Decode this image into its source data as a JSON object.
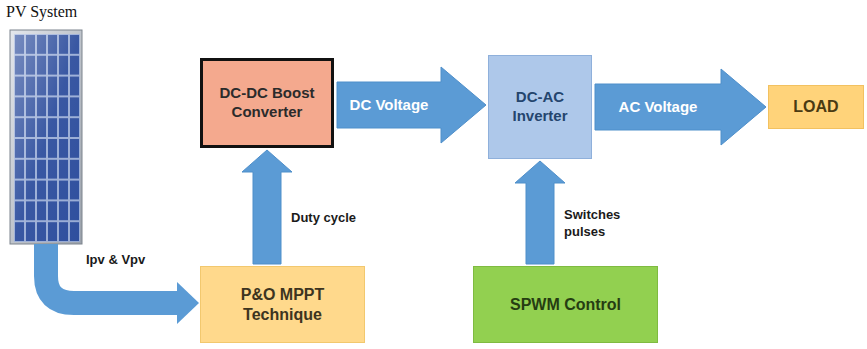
{
  "diagram": {
    "title": "PV System",
    "nodes": [
      {
        "text": [
          "DC-DC Boost Converter"
        ]
      },
      {
        "text": [
          "DC-AC Inverter"
        ]
      },
      {
        "text": [
          "LOAD"
        ]
      },
      {
        "text": [
          "P&O MPPT Technique"
        ]
      },
      {
        "text": [
          "SPWM Control"
        ]
      }
    ],
    "edges": [
      {
        "from": 0,
        "to": 1,
        "label": "DC Voltage",
        "arrow": "to"
      },
      {
        "from": 1,
        "to": 2,
        "label": "AC Voltage",
        "arrow": "to"
      },
      {
        "from": 3,
        "to": 0,
        "label": "Duty cycle",
        "arrow": "to"
      },
      {
        "from": 4,
        "to": 1,
        "label": "Switches pulses",
        "arrow": "to"
      }
    ],
    "labels": [
      "Ipv & Vpv"
    ]
  }
}
